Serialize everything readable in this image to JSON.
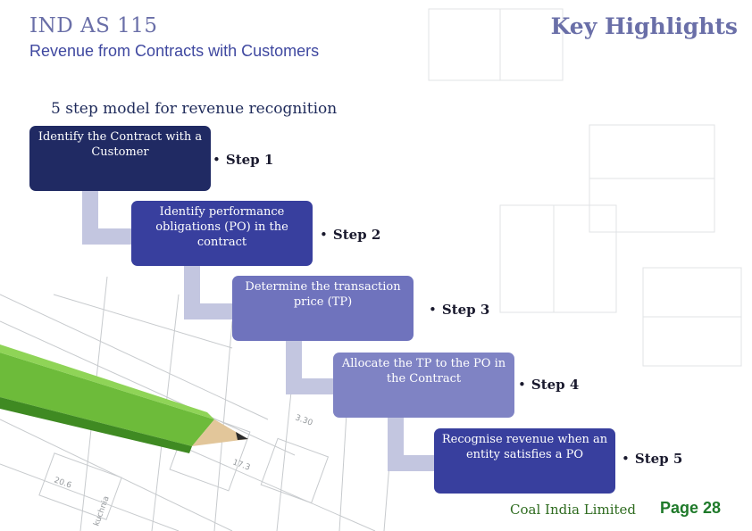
{
  "header": {
    "title": "IND AS 115",
    "subtitle": "Revenue from Contracts with Customers",
    "highlight": "Key Highlights"
  },
  "model": {
    "heading": "5 step model for revenue recognition",
    "steps": [
      {
        "text": "Identify the Contract with a Customer",
        "label": "Step 1",
        "color": "#202a63"
      },
      {
        "text": "Identify performance obligations (PO) in the contract",
        "label": "Step 2",
        "color": "#383f9e"
      },
      {
        "text": "Determine the transaction price (TP)",
        "label": "Step 3",
        "color": "#6f73bd"
      },
      {
        "text": "Allocate the TP to the PO in the Contract",
        "label": "Step 4",
        "color": "#7f83c4"
      },
      {
        "text": "Recognise revenue when an entity satisfies a PO",
        "label": "Step 5",
        "color": "#383f9e"
      }
    ],
    "connector_color": "#c3c6e0"
  },
  "background": {
    "plan_labels": [
      "kuchnia",
      "17.3",
      "3.30",
      "20.6"
    ]
  },
  "footer": {
    "company": "Coal India Limited",
    "page": "Page 28"
  }
}
